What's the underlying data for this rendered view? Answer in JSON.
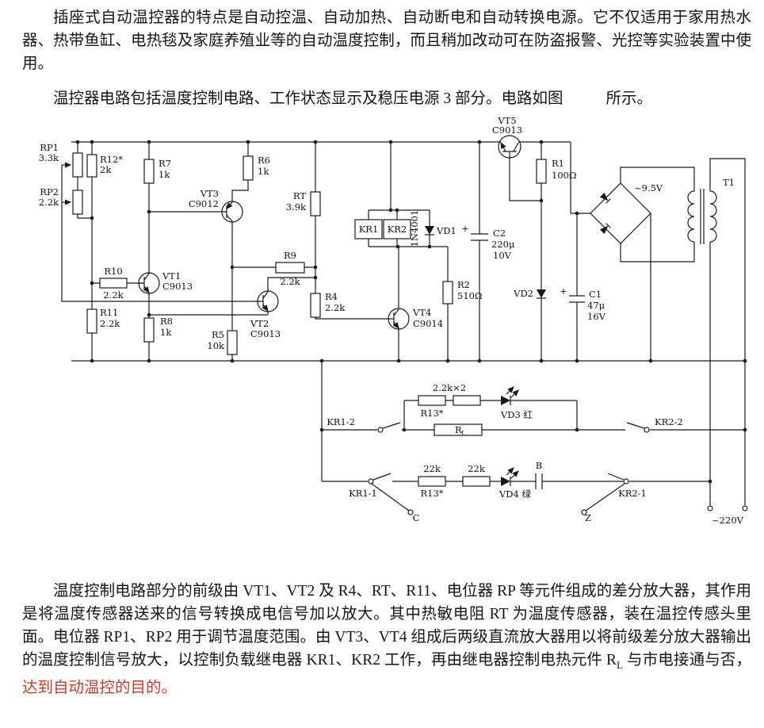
{
  "paragraphs": {
    "p1": "插座式自动温控器的特点是自动控温、自动加热、自动断电和自动转换电源。它不仅适用于家用热水器、热带鱼缸、电热毯及家庭养殖业等的自动温度控制，而且稍加改动可在防盗报警、光控等实验装置中使用。",
    "p2a": "温控器电路包括温度控制电路、工作状态显示及稳压电源 3 部分。电路如图",
    "p2b": "所示。"
  },
  "bottom": {
    "part1": "温度控制电路部分的前级由 VT1、VT2 及 R4、RT、R11、电位器 RP 等元件组成的差分放大器，其作用是将温度传感器送来的信号转换成电信号加以放大。其中热敏电阻 RT 为温度传感器，装在温控传感头里面。电位器 RP1、RP2 用于调节温度范围。由 VT3、VT4 组成后两级直流放大器用以将前级差分放大器输出的温度控制信号放大，以控制负载继电器 KR1、KR2 工作，再由继电器控制电热元件 R",
    "sub": "L",
    "part2": " 与市电接通与否，",
    "red": "达到自动温控的目的。"
  },
  "colors": {
    "red_text": "#cf3a28",
    "ink": "#1a1a1a"
  },
  "circuit": {
    "rp1": "RP1",
    "rp1_v": "3.3k",
    "rp2": "RP2",
    "rp2_v": "2.2k",
    "r12": "R12*",
    "r12_v": "2k",
    "r7": "R7",
    "r7_v": "1k",
    "r6": "R6",
    "r6_v": "1k",
    "rt": "RT",
    "rt_v": "3.9k",
    "r10": "R10",
    "r10_v": "2.2k",
    "r11": "R11",
    "r11_v": "2.2k",
    "r8": "R8",
    "r8_v": "1k",
    "r9": "R9",
    "r9_v": "2.2k",
    "r5": "R5",
    "r5_v": "10k",
    "r4": "R4",
    "r4_v": "2.2k",
    "r2": "R2",
    "r2_v": "510Ω",
    "r1": "R1",
    "r1_v": "100Ω",
    "vt1": "VT1",
    "vt1_v": "C9013",
    "vt2": "VT2",
    "vt2_v": "C9013",
    "vt3": "VT3",
    "vt3_v": "C9012",
    "vt4": "VT4",
    "vt4_v": "C9014",
    "vt5": "VT5",
    "vt5_v": "C9013",
    "kr1": "KR1",
    "kr2": "KR2",
    "d_1n4001": "1N4001",
    "vd1": "VD1",
    "vd2": "VD2",
    "c2": "C2",
    "c2_v": "220μ",
    "c2_v2": "10V",
    "c1": "C1",
    "c1_v": "47μ",
    "c1_v2": "16V",
    "plus": "+",
    "bridge_v": "~9.5V",
    "t1": "T1",
    "led_res": "2.2k×2",
    "r13a": "R13*",
    "r13b": "R13*",
    "vd3": "VD3 红",
    "vd4": "VD4 绿",
    "kr1_2": "KR1-2",
    "kr2_2": "KR2-2",
    "kr1_1": "KR1-1",
    "kr2_1": "KR2-1",
    "rl": "R",
    "rl_sub": "L",
    "k22": "22k",
    "b": "B",
    "term_c": "C",
    "term_z": "Z",
    "mains": "~220V"
  }
}
